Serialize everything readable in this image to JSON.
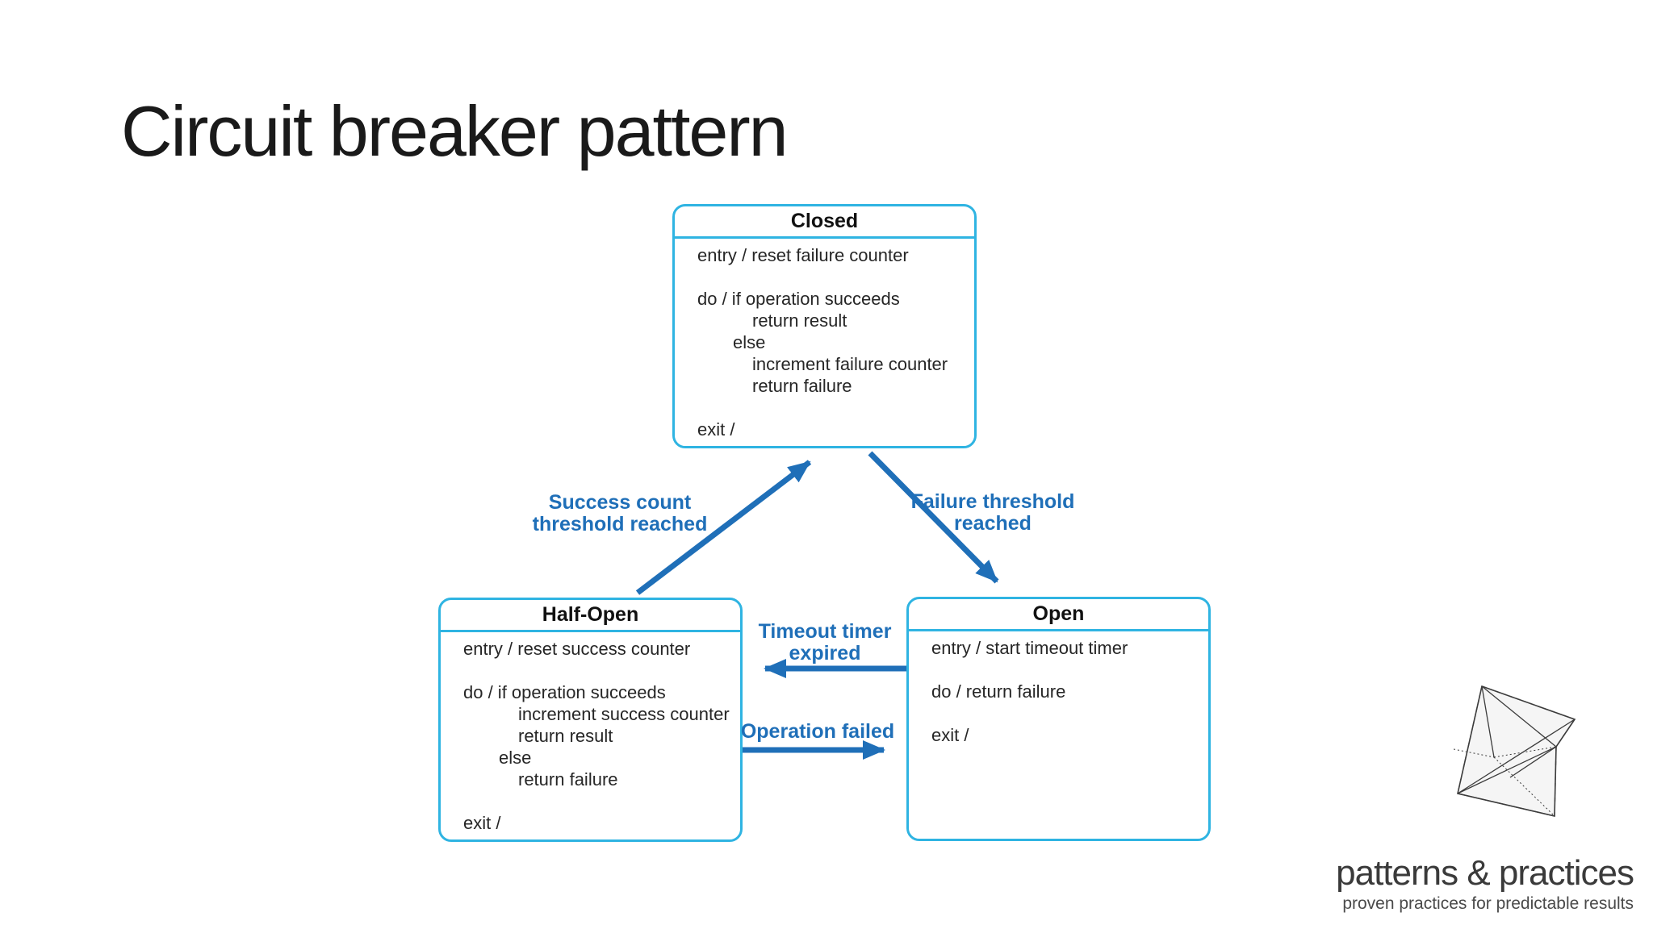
{
  "slide": {
    "title": "Circuit breaker pattern"
  },
  "colors": {
    "box_border": "#2fb4e2",
    "transition_arrow": "#1f6fb8",
    "title_text": "#1a1a1a",
    "body_text": "#262626",
    "logo_text": "#3a3a3a",
    "logo_tagline": "#4a4a4a"
  },
  "diagram": {
    "type": "state-machine",
    "states": [
      {
        "name": "Closed",
        "lines": [
          {
            "text": "entry / reset failure counter",
            "indent": 0
          },
          {
            "text": "",
            "indent": 0
          },
          {
            "text": "do / if operation succeeds",
            "indent": 0
          },
          {
            "text": "return result",
            "indent": 2
          },
          {
            "text": "else",
            "indent": 1
          },
          {
            "text": "increment failure counter",
            "indent": 2
          },
          {
            "text": "return failure",
            "indent": 2
          },
          {
            "text": "",
            "indent": 0
          },
          {
            "text": "exit /",
            "indent": 0
          }
        ]
      },
      {
        "name": "Half-Open",
        "lines": [
          {
            "text": "entry / reset success counter",
            "indent": 0
          },
          {
            "text": "",
            "indent": 0
          },
          {
            "text": "do / if operation succeeds",
            "indent": 0
          },
          {
            "text": "increment success counter",
            "indent": 2
          },
          {
            "text": "return result",
            "indent": 2
          },
          {
            "text": "else",
            "indent": 1
          },
          {
            "text": "return failure",
            "indent": 2
          },
          {
            "text": "",
            "indent": 0
          },
          {
            "text": "exit /",
            "indent": 0
          }
        ]
      },
      {
        "name": "Open",
        "lines": [
          {
            "text": "entry / start timeout timer",
            "indent": 0
          },
          {
            "text": "",
            "indent": 0
          },
          {
            "text": "do / return failure",
            "indent": 0
          },
          {
            "text": "",
            "indent": 0
          },
          {
            "text": "exit /",
            "indent": 0
          }
        ]
      }
    ],
    "transitions": [
      {
        "from": "Half-Open",
        "to": "Closed",
        "label_line1": "Success count",
        "label_line2": "threshold reached"
      },
      {
        "from": "Closed",
        "to": "Open",
        "label_line1": "Failure threshold",
        "label_line2": "reached"
      },
      {
        "from": "Open",
        "to": "Half-Open",
        "label_line1": "Timeout timer",
        "label_line2": "expired"
      },
      {
        "from": "Half-Open",
        "to": "Open",
        "label_line1": "Operation failed",
        "label_line2": ""
      }
    ]
  },
  "logo": {
    "name": "patterns & practices",
    "tagline": "proven practices for predictable results",
    "icon": "octahedron-sketch-icon"
  }
}
